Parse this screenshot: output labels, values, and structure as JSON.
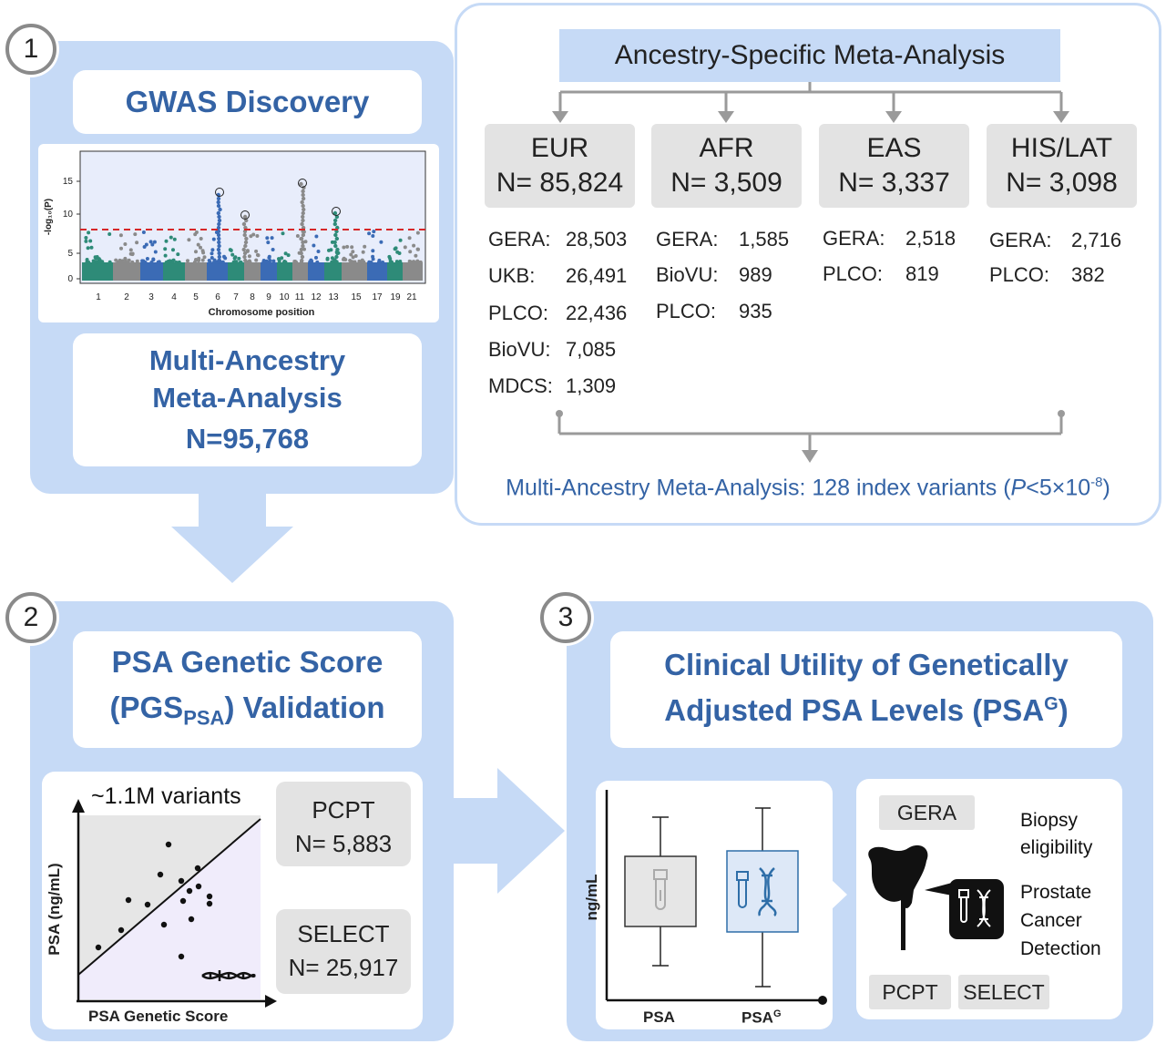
{
  "step1": {
    "number": "1",
    "title": "GWAS Discovery",
    "manhattan": {
      "ylabel": "-log₁₀(P)",
      "xlabel": "Chromosome position",
      "yticks": [
        "0",
        "5",
        "10",
        "15"
      ],
      "xticks": [
        "1",
        "2",
        "3",
        "4",
        "5",
        "6",
        "7",
        "8",
        "9",
        "10",
        "11",
        "12",
        "13",
        "15",
        "17",
        "19",
        "21"
      ],
      "threshold_line_color": "#d62728"
    },
    "meta_line1": "Multi-Ancestry",
    "meta_line2": "Meta-Analysis",
    "meta_n": "N=95,768"
  },
  "ancestry": {
    "title": "Ancestry-Specific Meta-Analysis",
    "groups": [
      {
        "name": "EUR",
        "n": "N= 85,824",
        "cohorts": [
          [
            "GERA:",
            "28,503"
          ],
          [
            "UKB:",
            "26,491"
          ],
          [
            "PLCO:",
            "22,436"
          ],
          [
            "BioVU:",
            "7,085"
          ],
          [
            "MDCS:",
            "1,309"
          ]
        ]
      },
      {
        "name": "AFR",
        "n": "N= 3,509",
        "cohorts": [
          [
            "GERA:",
            "1,585"
          ],
          [
            "BioVU:",
            "989"
          ],
          [
            "PLCO:",
            "935"
          ]
        ]
      },
      {
        "name": "EAS",
        "n": "N= 3,337",
        "cohorts": [
          [
            "GERA:",
            "2,518"
          ],
          [
            "PLCO:",
            "819"
          ]
        ]
      },
      {
        "name": "HIS/LAT",
        "n": "N= 3,098",
        "cohorts": [
          [
            "GERA:",
            "2,716"
          ],
          [
            "PLCO:",
            "382"
          ]
        ]
      }
    ],
    "result_prefix": "Multi-Ancestry Meta-Analysis: 128 index variants (",
    "result_p": "P",
    "result_mid": "<5×10",
    "result_exp": "-8",
    "result_suffix": ")"
  },
  "step2": {
    "number": "2",
    "title_line1": "PSA Genetic Score",
    "title_pre": "(PGS",
    "title_sub": "PSA",
    "title_post": ") Validation",
    "variants": "~1.1M variants",
    "ylabel": "PSA (ng/mL)",
    "xlabel": "PSA Genetic Score",
    "studies": [
      {
        "name": "PCPT",
        "n": "N= 5,883"
      },
      {
        "name": "SELECT",
        "n": "N= 25,917"
      }
    ]
  },
  "step3": {
    "number": "3",
    "title_line1": "Clinical Utility of Genetically",
    "title_line2_pre": "Adjusted PSA Levels (PSA",
    "title_line2_sup": "G",
    "title_line2_post": ")",
    "ylabel": "ng/mL",
    "x_psa": "PSA",
    "x_psag": "PSA",
    "x_psag_sup": "G",
    "gera": "GERA",
    "outcome1": "Biopsy eligibility",
    "outcome2": "Prostate Cancer Detection",
    "pcpt": "PCPT",
    "select": "SELECT"
  },
  "colors": {
    "panel": "#c6daf6",
    "title_blue": "#3463a5",
    "grey_box": "#e3e3e3",
    "arrow": "#c6daf6"
  }
}
